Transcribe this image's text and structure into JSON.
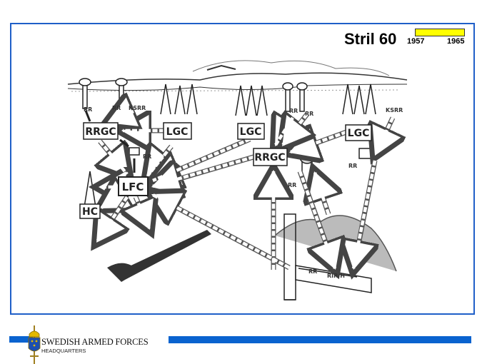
{
  "slide": {
    "title": "Stril 60",
    "timeline": {
      "start": "1957",
      "end": "1965",
      "bar_color": "#ffff00"
    }
  },
  "diagram": {
    "nodes": {
      "rrgc_left": "RRGC",
      "lgc_left": "LGC",
      "lgc_mid": "LGC",
      "rrgc_right": "RRGC",
      "lgc_right": "LGC",
      "lfc": "LFC",
      "hc": "HC"
    },
    "labels": {
      "rr1": "RR",
      "rr2": "RR",
      "ksrr1": "KSRR",
      "rr3": "RR",
      "rr4": "RR",
      "rr5": "RR",
      "ksrr2": "KSRR",
      "rr6": "RR",
      "rr7": "RR",
      "rr8": "RR",
      "rirh": "RIR/H"
    }
  },
  "footer": {
    "organization": "SWEDISH ARMED FORCES",
    "unit": "HEADQUARTERS",
    "accent_color": "#0a63cf"
  }
}
